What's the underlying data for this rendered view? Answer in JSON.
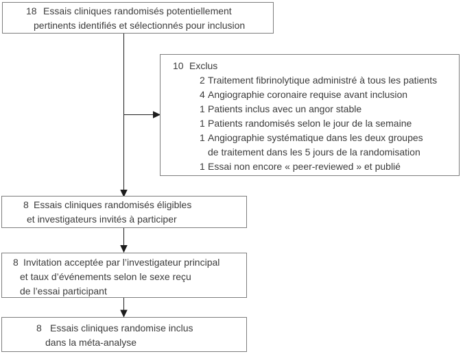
{
  "figure": {
    "background": "#ffffff",
    "box_border_color": "#7c7c7c",
    "text_color": "#3a3a3a",
    "arrow_color": "#1d1d1d"
  },
  "boxes": {
    "identified": {
      "lines": [
        {
          "num": "18",
          "text": "Essais cliniques randomisés potentiellement"
        },
        {
          "text": "pertinents identifiés et sélectionnés pour inclusion"
        }
      ]
    },
    "excluded": {
      "lines": [
        {
          "num": "10",
          "text": "Exclus"
        },
        {
          "num": "2",
          "text": "Traitement fibrinolytique administré à tous les patients"
        },
        {
          "num": "4",
          "text": "Angiographie coronaire requise avant inclusion"
        },
        {
          "num": "1",
          "text": "Patients inclus avec un angor stable"
        },
        {
          "num": "1",
          "text": "Patients randomisés selon le jour de la semaine"
        },
        {
          "num": "1",
          "text": "Angiographie systématique dans les deux groupes"
        },
        {
          "text": "de traitement dans les 5 jours de la randomisation"
        },
        {
          "num": "1",
          "text": "Essai non encore « peer-reviewed » et publié"
        }
      ]
    },
    "eligible": {
      "lines": [
        {
          "num": "8",
          "text": "Essais cliniques randomisés éligibles"
        },
        {
          "text": "et investigateurs invités à participer"
        }
      ]
    },
    "accepted": {
      "lines": [
        {
          "num": "8",
          "text": "Invitation acceptée par l’investigateur principal"
        },
        {
          "text": "et taux d’événements selon le sexe reçu"
        },
        {
          "text": "de l’essai participant"
        }
      ]
    },
    "included": {
      "lines": [
        {
          "num": "8",
          "text": "Essais cliniques randomise inclus"
        },
        {
          "text": "dans la méta-analyse"
        }
      ]
    }
  }
}
